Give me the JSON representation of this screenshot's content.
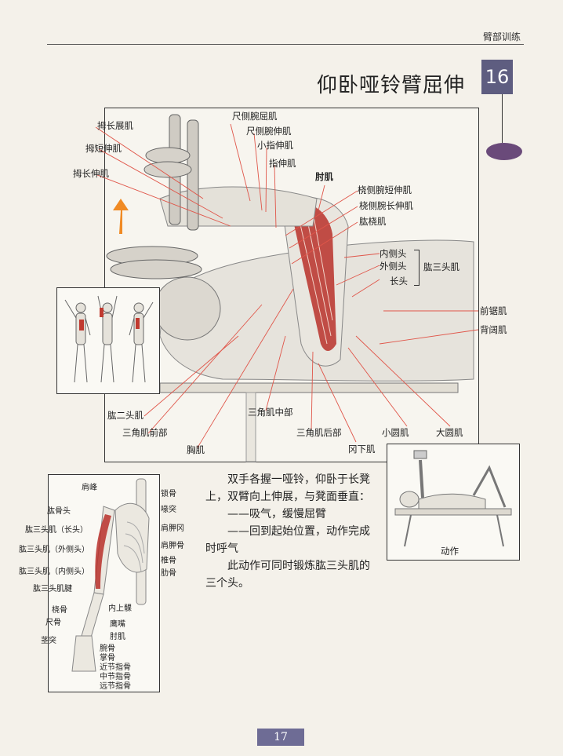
{
  "header": {
    "section": "臂部训练"
  },
  "title": {
    "text": "仰卧哑铃臂屈伸",
    "number": "16"
  },
  "main_labels": {
    "l1": "拇长展肌",
    "l2": "拇短伸肌",
    "l3": "拇长伸肌",
    "t1": "尺侧腕屈肌",
    "t2": "尺侧腕伸肌",
    "t3": "小指伸肌",
    "t4": "指伸肌",
    "t5": "肘肌",
    "r1": "桡侧腕短伸肌",
    "r2": "桡侧腕长伸肌",
    "r3": "肱桡肌",
    "r4": "内侧头",
    "r5": "外侧头",
    "r6": "长头",
    "r_group": "肱三头肌",
    "r7": "前锯肌",
    "r8": "背阔肌",
    "b1": "肱二头肌",
    "b2": "三角肌前部",
    "b3": "胸肌",
    "b4": "三角肌中部",
    "b5": "三角肌后部",
    "b6": "冈下肌",
    "b7": "小圆肌",
    "b8": "大圆肌"
  },
  "anatomy_labels": {
    "a1": "肩峰",
    "a2": "肱骨头",
    "a3": "肱三头肌（长头）",
    "a4": "肱三头肌（外侧头）",
    "a5": "肱三头肌（内侧头）",
    "a6": "肱三头肌腱",
    "a7": "桡骨",
    "a8": "尺骨",
    "a9": "茎突",
    "c1": "锁骨",
    "c2": "喙突",
    "c3": "肩胛冈",
    "c4": "肩胛骨",
    "c5": "椎骨",
    "c6": "肋骨",
    "c7": "内上髁",
    "c8": "鹰嘴",
    "c9": "肘肌",
    "h1": "腕骨",
    "h2": "掌骨",
    "h3": "近节指骨",
    "h4": "中节指骨",
    "h5": "远节指骨"
  },
  "action_caption": "动作",
  "body": {
    "p1": "双手各握一哑铃，仰卧于长凳上，双臂向上伸展，与凳面垂直：",
    "p2": "——吸气，缓慢屈臂",
    "p3": "——回到起始位置，动作完成时呼气",
    "p4": "此动作可同时锻炼肱三头肌的三个头。"
  },
  "footer": {
    "page": "17"
  },
  "colors": {
    "accent": "#5e5d80",
    "leader": "#e0564a",
    "muscle": "#b8302a",
    "arrow": "#f08a24"
  }
}
